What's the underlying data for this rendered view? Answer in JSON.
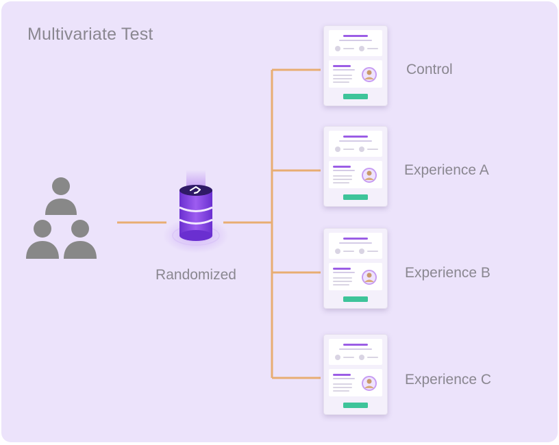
{
  "title": "Multivariate Test",
  "randomizer": {
    "label": "Randomized"
  },
  "variants": [
    {
      "label": "Control"
    },
    {
      "label": "Experience A"
    },
    {
      "label": "Experience B"
    },
    {
      "label": "Experience C"
    }
  ],
  "colors": {
    "background": "#ece3fb",
    "connector": "#e8ad72",
    "users": "#888888",
    "accent_purple": "#9b5de5",
    "cta_green": "#3ec49a",
    "text": "#8a8790"
  },
  "icons": {
    "users": "people-group-icon",
    "database": "database-randomizer-icon",
    "avatar": "user-avatar-icon"
  }
}
